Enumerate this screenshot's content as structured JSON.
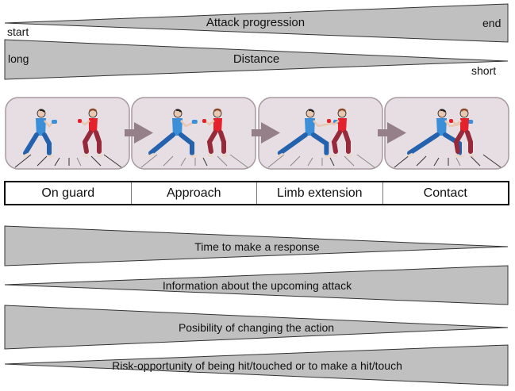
{
  "top_scales": [
    {
      "id": "attack-progression",
      "title": "Attack progression",
      "left_label": "start",
      "right_label": "end",
      "direction": "widening"
    },
    {
      "id": "distance",
      "title": "Distance",
      "left_label": "long",
      "right_label": "short",
      "direction": "narrowing"
    }
  ],
  "phases": [
    {
      "label": "On guard"
    },
    {
      "label": "Approach"
    },
    {
      "label": "Limb extension"
    },
    {
      "label": "Contact"
    }
  ],
  "bottom_scales": [
    {
      "id": "time-to-respond",
      "title": "Time to make a response",
      "direction": "narrowing"
    },
    {
      "id": "information",
      "title": "Information about the upcoming attack",
      "direction": "widening"
    },
    {
      "id": "change-action",
      "title": "Posibility of changing the action",
      "direction": "narrowing"
    },
    {
      "id": "risk-opportunity",
      "title": "Risk-opportunity of being hit/touched or to make a hit/touch",
      "direction": "widening"
    }
  ],
  "colors": {
    "wedge_fill": "#c0c0c0",
    "panel_bg": "#e7dee4",
    "panel_border": "#a8999f",
    "arrow": "#958089",
    "attacker_shirt": "#3b8fd8",
    "attacker_pants": "#2462ad",
    "defender_shirt": "#e5222b",
    "defender_pants": "#96293a"
  }
}
